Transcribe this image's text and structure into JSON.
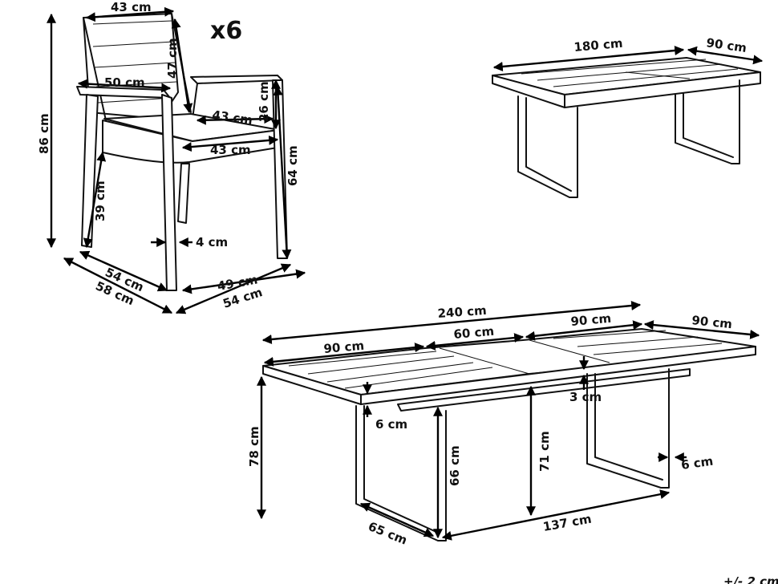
{
  "quantity": "x6",
  "footnote": "+/- 2 cm",
  "chair_dims": {
    "back_width": "43 cm",
    "back_height": "47 cm",
    "arm_depth": "50 cm",
    "armrest_height": "26 cm",
    "seat_depth": "43 cm",
    "seat_width": "43 cm",
    "total_height": "86 cm",
    "seat_height": "39 cm",
    "rear_height": "64 cm",
    "leg_width": "4 cm",
    "base_depth_inner": "54 cm",
    "base_depth_outer": "58 cm",
    "base_width_inner": "49 cm",
    "base_width_outer": "54 cm"
  },
  "table_closed_dims": {
    "length": "180 cm",
    "width": "90 cm"
  },
  "table_extended_dims": {
    "total_length": "240 cm",
    "section_left": "90 cm",
    "section_middle": "60 cm",
    "section_right": "90 cm",
    "width": "90 cm",
    "height": "78 cm",
    "frame_depth": "6 cm",
    "top_thickness": "3 cm",
    "leg_height_a": "66 cm",
    "leg_height_b": "71 cm",
    "leg_thickness": "6 cm",
    "foot_depth": "65 cm",
    "leg_span": "137 cm"
  }
}
